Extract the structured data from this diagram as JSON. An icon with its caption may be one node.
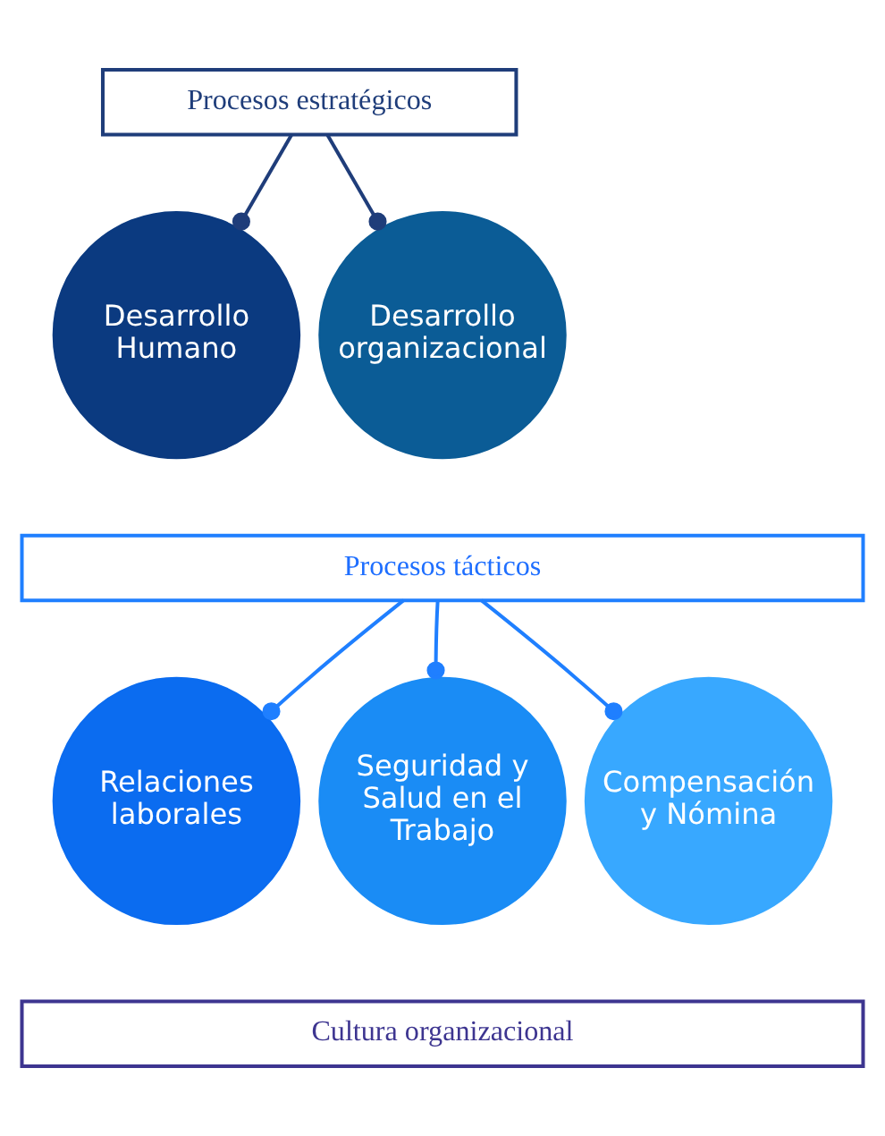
{
  "diagram": {
    "nodes": [
      {
        "text": [
          "Procesos estratégicos"
        ]
      },
      {
        "text": [
          "Desarrollo Humano"
        ]
      },
      {
        "text": [
          "Desarrollo organizacional"
        ]
      },
      {
        "text": [
          "Procesos tácticos"
        ]
      },
      {
        "text": [
          "Relaciones laborales"
        ]
      },
      {
        "text": [
          "Seguridad y Salud en el Trabajo"
        ]
      },
      {
        "text": [
          "Compensación y Nómina"
        ]
      },
      {
        "text": [
          "Cultura organizacional"
        ]
      }
    ],
    "edges": [
      {
        "from": 0,
        "to": 1,
        "arrow": "other",
        "color": "#1f3d7a"
      },
      {
        "from": 0,
        "to": 2,
        "arrow": "other",
        "color": "#1f3d7a"
      },
      {
        "from": 3,
        "to": 4,
        "arrow": "other"
      },
      {
        "from": 3,
        "to": 5,
        "arrow": "other"
      },
      {
        "from": 3,
        "to": 6,
        "arrow": "other"
      }
    ]
  }
}
